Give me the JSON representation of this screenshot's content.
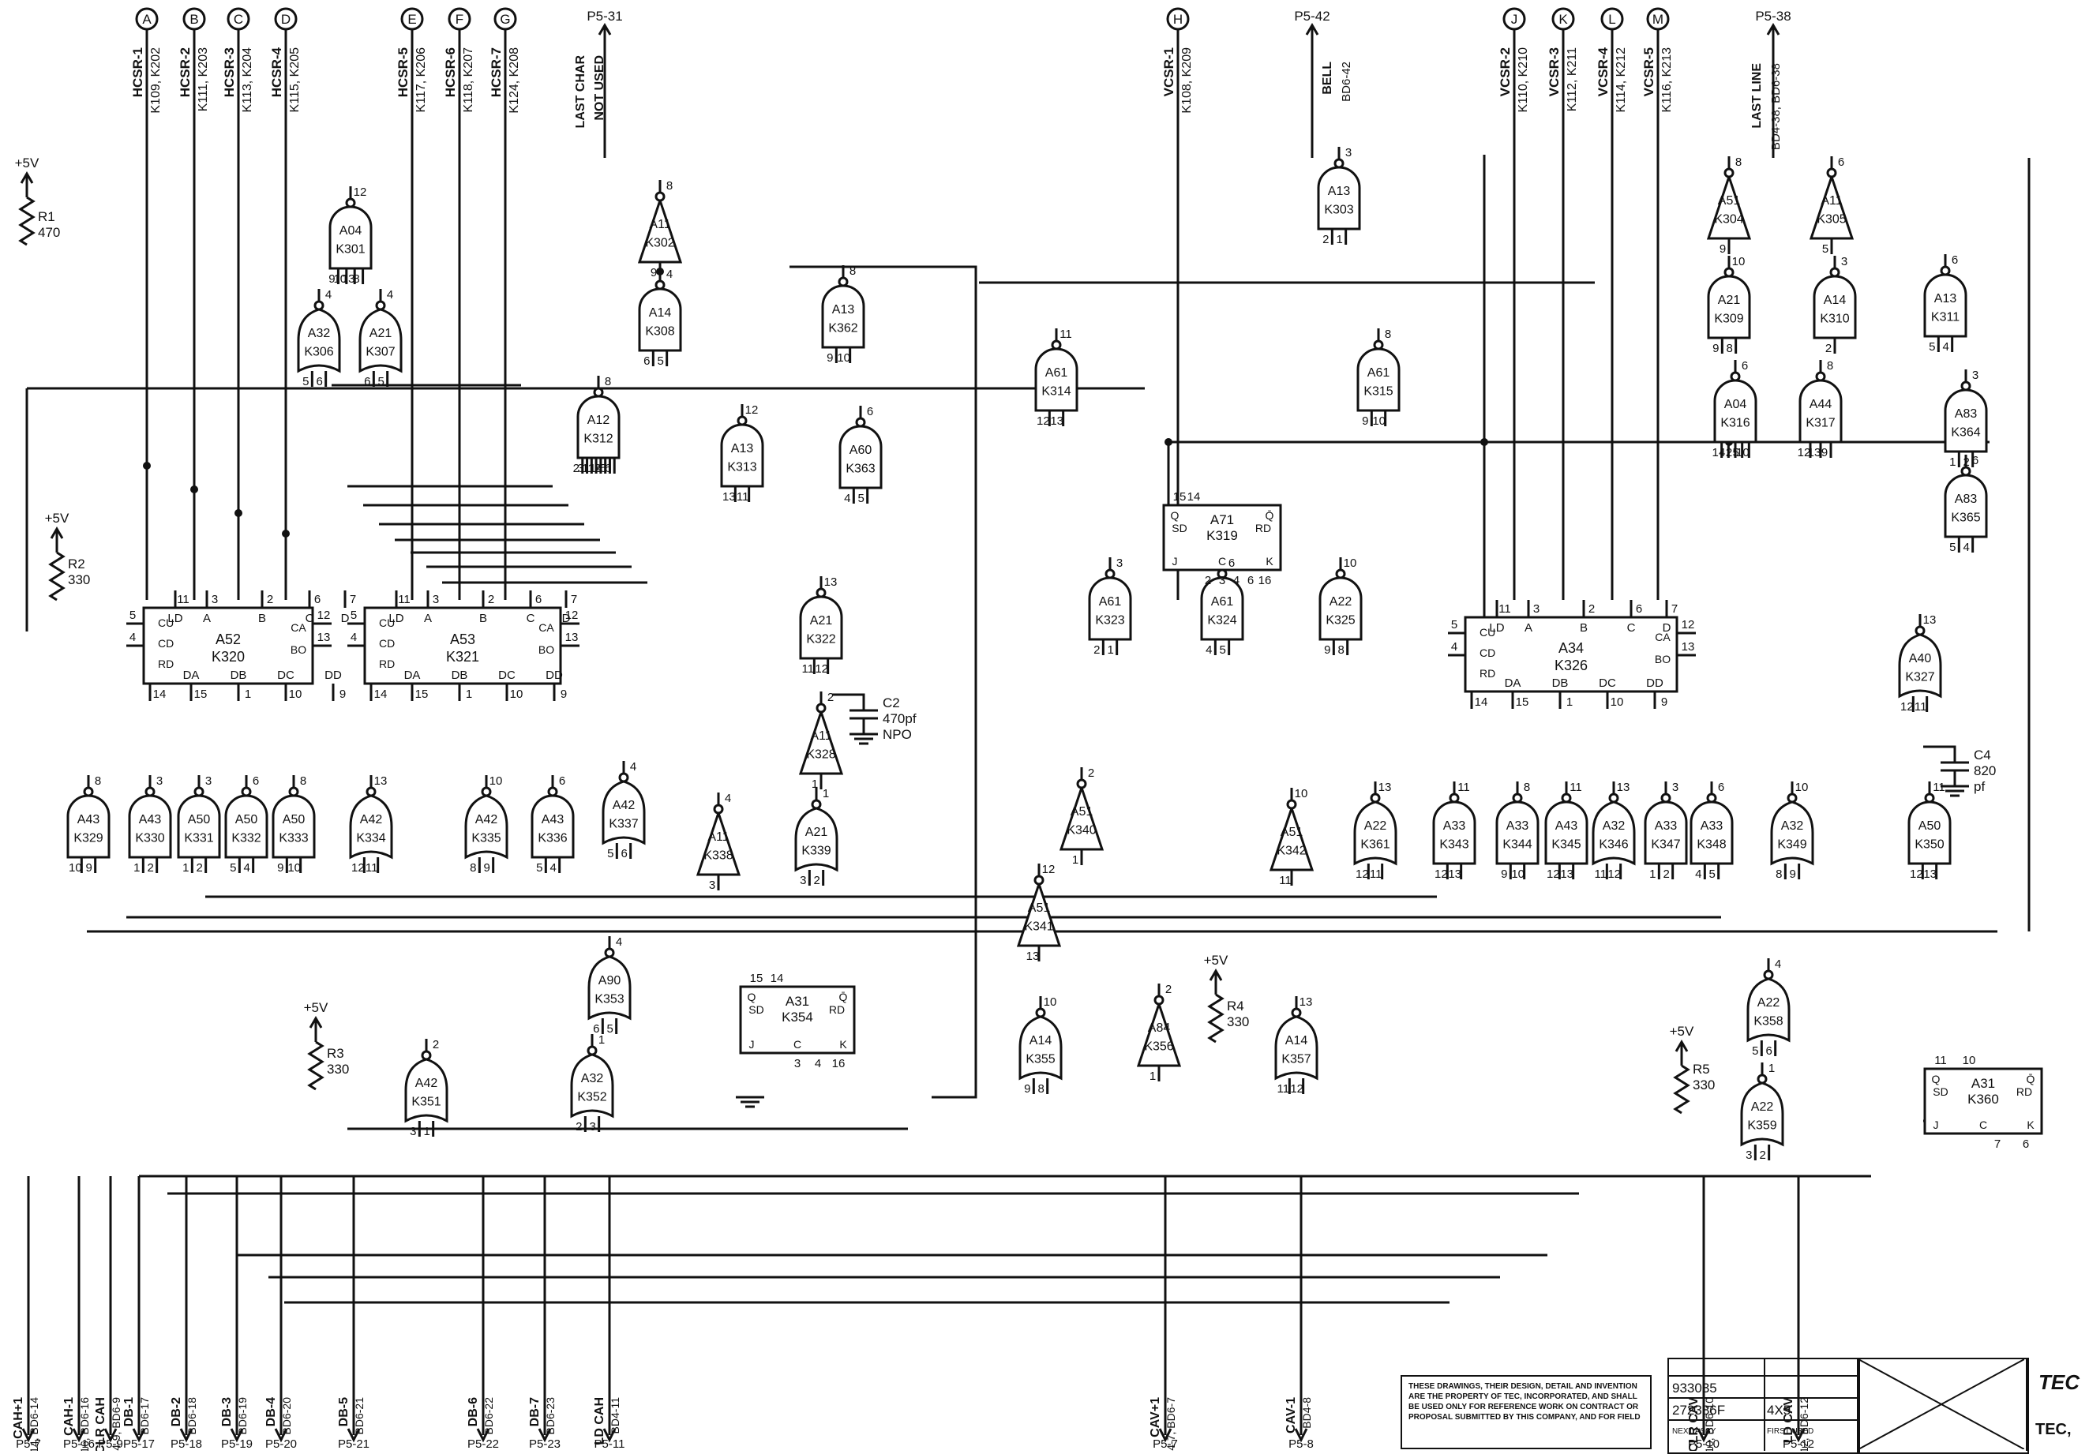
{
  "sheet": {
    "notice": "These drawings, their design, detail and invention are the property of TEC, Incorporated, and shall be used only for reference work on contract or proposal submitted by this company, and for field",
    "title_block": {
      "part_no": "933035",
      "assy_no": "272386F",
      "size": "4X5",
      "next_assy_label": "NEXT ASSY",
      "first_used_label": "FIRST USED",
      "company": "TEC,",
      "logo_text": "TEC"
    }
  },
  "top_labels": {
    "p5_31": "P5-31",
    "last_char": "LAST CHAR",
    "not_used": "NOT USED",
    "p5_42": "P5-42",
    "bell": "BELL",
    "bell_ref": "BD6-42",
    "p5_38": "P5-38",
    "last_line": "LAST LINE",
    "last_line_ref": "BD4-38, BD6-38"
  },
  "connectors_top": [
    {
      "letter": "A",
      "name": "HCSR-1",
      "refs": "K109, K202"
    },
    {
      "letter": "B",
      "name": "HCSR-2",
      "refs": "K111, K203"
    },
    {
      "letter": "C",
      "name": "HCSR-3",
      "refs": "K113, K204"
    },
    {
      "letter": "D",
      "name": "HCSR-4",
      "refs": "K115, K205"
    },
    {
      "letter": "E",
      "name": "HCSR-5",
      "refs": "K117, K206"
    },
    {
      "letter": "F",
      "name": "HCSR-6",
      "refs": "K118, K207"
    },
    {
      "letter": "G",
      "name": "HCSR-7",
      "refs": "K124, K208"
    },
    {
      "letter": "H",
      "name": "VCSR-1",
      "refs": "K108, K209"
    },
    {
      "letter": "J",
      "name": "VCSR-2",
      "refs": "K110, K210"
    },
    {
      "letter": "K",
      "name": "VCSR-3",
      "refs": "K112, K211"
    },
    {
      "letter": "L",
      "name": "VCSR-4",
      "refs": "K114, K212"
    },
    {
      "letter": "M",
      "name": "VCSR-5",
      "refs": "K116, K213"
    }
  ],
  "power": {
    "vcc": "+5V"
  },
  "resistors": [
    {
      "ref": "R1",
      "value": "470"
    },
    {
      "ref": "R2",
      "value": "330"
    },
    {
      "ref": "R3",
      "value": "330"
    },
    {
      "ref": "R4",
      "value": "330"
    },
    {
      "ref": "R5",
      "value": "330"
    }
  ],
  "capacitors": [
    {
      "ref": "C2",
      "value": "470pf",
      "type": "NPO"
    },
    {
      "ref": "C4",
      "value": "820",
      "unit": "pf"
    }
  ],
  "gates": [
    {
      "a": "A04",
      "k": "K301",
      "pins": [
        "12",
        "9",
        "10",
        "13",
        "8"
      ]
    },
    {
      "a": "A32",
      "k": "K306",
      "pins": [
        "4",
        "5",
        "6"
      ]
    },
    {
      "a": "A21",
      "k": "K307",
      "pins": [
        "4",
        "6",
        "5"
      ]
    },
    {
      "a": "A11",
      "k": "K302",
      "pins": [
        "8",
        "9"
      ]
    },
    {
      "a": "A14",
      "k": "K308",
      "pins": [
        "4",
        "6",
        "5"
      ]
    },
    {
      "a": "A13",
      "k": "K362",
      "pins": [
        "8",
        "9",
        "10"
      ]
    },
    {
      "a": "A12",
      "k": "K312",
      "pins": [
        "8",
        "2",
        "3",
        "1",
        "11",
        "12",
        "4",
        "5",
        "6"
      ]
    },
    {
      "a": "A13",
      "k": "K313",
      "pins": [
        "12",
        "13",
        "11"
      ]
    },
    {
      "a": "A60",
      "k": "K363",
      "pins": [
        "6",
        "4",
        "5"
      ]
    },
    {
      "a": "A21",
      "k": "K322",
      "pins": [
        "13",
        "11",
        "12"
      ]
    },
    {
      "a": "A11",
      "k": "K328",
      "pins": [
        "2",
        "1"
      ]
    },
    {
      "a": "A61",
      "k": "K314",
      "pins": [
        "11",
        "12",
        "13"
      ]
    },
    {
      "a": "A13",
      "k": "K303",
      "pins": [
        "3",
        "2",
        "1"
      ]
    },
    {
      "a": "A61",
      "k": "K315",
      "pins": [
        "8",
        "9",
        "10"
      ]
    },
    {
      "a": "A51",
      "k": "K304",
      "pins": [
        "8",
        "9"
      ]
    },
    {
      "a": "A11",
      "k": "K305",
      "pins": [
        "6",
        "5"
      ]
    },
    {
      "a": "A21",
      "k": "K309",
      "pins": [
        "10",
        "9",
        "8"
      ]
    },
    {
      "a": "A14",
      "k": "K310",
      "pins": [
        "3",
        "2"
      ]
    },
    {
      "a": "A13",
      "k": "K311",
      "pins": [
        "6",
        "5",
        "4"
      ]
    },
    {
      "a": "A04",
      "k": "K316",
      "pins": [
        "6",
        "1",
        "4",
        "2",
        "5",
        "10"
      ]
    },
    {
      "a": "A44",
      "k": "K317",
      "pins": [
        "8",
        "12",
        "13",
        "9"
      ]
    },
    {
      "a": "A83",
      "k": "K364",
      "pins": [
        "3",
        "1",
        "2"
      ]
    },
    {
      "a": "A83",
      "k": "K365",
      "pins": [
        "6",
        "5",
        "4"
      ]
    },
    {
      "a": "A61",
      "k": "K323",
      "pins": [
        "3",
        "2",
        "1"
      ]
    },
    {
      "a": "A61",
      "k": "K324",
      "pins": [
        "6",
        "4",
        "5"
      ]
    },
    {
      "a": "A22",
      "k": "K325",
      "pins": [
        "10",
        "9",
        "8"
      ]
    },
    {
      "a": "A40",
      "k": "K327",
      "pins": [
        "13",
        "12",
        "11"
      ]
    },
    {
      "a": "A43",
      "k": "K329",
      "pins": [
        "8",
        "10",
        "9"
      ]
    },
    {
      "a": "A43",
      "k": "K330",
      "pins": [
        "3",
        "1",
        "2"
      ]
    },
    {
      "a": "A50",
      "k": "K331",
      "pins": [
        "3",
        "1",
        "2"
      ]
    },
    {
      "a": "A50",
      "k": "K332",
      "pins": [
        "6",
        "5",
        "4"
      ]
    },
    {
      "a": "A50",
      "k": "K333",
      "pins": [
        "8",
        "9",
        "10"
      ]
    },
    {
      "a": "A42",
      "k": "K334",
      "pins": [
        "13",
        "12",
        "11"
      ]
    },
    {
      "a": "A42",
      "k": "K335",
      "pins": [
        "10",
        "8",
        "9"
      ]
    },
    {
      "a": "A43",
      "k": "K336",
      "pins": [
        "6",
        "5",
        "4"
      ]
    },
    {
      "a": "A42",
      "k": "K337",
      "pins": [
        "4",
        "5",
        "6"
      ]
    },
    {
      "a": "A11",
      "k": "K338",
      "pins": [
        "4",
        "3"
      ]
    },
    {
      "a": "A21",
      "k": "K339",
      "pins": [
        "1",
        "3",
        "2"
      ]
    },
    {
      "a": "A51",
      "k": "K340",
      "pins": [
        "2",
        "1"
      ]
    },
    {
      "a": "A51",
      "k": "K341",
      "pins": [
        "12",
        "13"
      ]
    },
    {
      "a": "A51",
      "k": "K342",
      "pins": [
        "10",
        "11"
      ]
    },
    {
      "a": "A22",
      "k": "K361",
      "pins": [
        "13",
        "12",
        "11"
      ]
    },
    {
      "a": "A33",
      "k": "K343",
      "pins": [
        "11",
        "12",
        "13"
      ]
    },
    {
      "a": "A33",
      "k": "K344",
      "pins": [
        "8",
        "9",
        "10"
      ]
    },
    {
      "a": "A43",
      "k": "K345",
      "pins": [
        "11",
        "12",
        "13"
      ]
    },
    {
      "a": "A32",
      "k": "K346",
      "pins": [
        "13",
        "11",
        "12"
      ]
    },
    {
      "a": "A33",
      "k": "K347",
      "pins": [
        "3",
        "1",
        "2"
      ]
    },
    {
      "a": "A33",
      "k": "K348",
      "pins": [
        "6",
        "4",
        "5"
      ]
    },
    {
      "a": "A32",
      "k": "K349",
      "pins": [
        "10",
        "8",
        "9"
      ]
    },
    {
      "a": "A50",
      "k": "K350",
      "pins": [
        "11",
        "12",
        "13"
      ]
    },
    {
      "a": "A90",
      "k": "K353",
      "pins": [
        "4",
        "6",
        "5"
      ]
    },
    {
      "a": "A32",
      "k": "K352",
      "pins": [
        "1",
        "2",
        "3"
      ]
    },
    {
      "a": "A42",
      "k": "K351",
      "pins": [
        "2",
        "3",
        "1"
      ]
    },
    {
      "a": "A14",
      "k": "K355",
      "pins": [
        "10",
        "9",
        "8"
      ]
    },
    {
      "a": "A84",
      "k": "K356",
      "pins": [
        "2",
        "1"
      ]
    },
    {
      "a": "A14",
      "k": "K357",
      "pins": [
        "13",
        "11",
        "12"
      ]
    },
    {
      "a": "A22",
      "k": "K358",
      "pins": [
        "4",
        "5",
        "6"
      ]
    },
    {
      "a": "A22",
      "k": "K359",
      "pins": [
        "1",
        "3",
        "2"
      ]
    }
  ],
  "counters": [
    {
      "a": "A52",
      "k": "K320",
      "top": [
        "11",
        "3",
        "2",
        "6",
        "7"
      ],
      "bottom": [
        "14",
        "15",
        "1",
        "10",
        "9"
      ],
      "left": [
        "5",
        "4"
      ],
      "right": [
        "12",
        "13"
      ],
      "in_labels": [
        "LD",
        "A",
        "B",
        "C",
        "D"
      ],
      "side_labels": [
        "CU",
        "CD",
        "RD"
      ],
      "out_labels": [
        "DA",
        "DB",
        "DC",
        "DD"
      ],
      "carry_labels": [
        "CA",
        "BO"
      ]
    },
    {
      "a": "A53",
      "k": "K321",
      "top": [
        "11",
        "3",
        "2",
        "6",
        "7"
      ],
      "bottom": [
        "14",
        "15",
        "1",
        "10",
        "9"
      ],
      "left": [
        "5",
        "4"
      ],
      "right": [
        "12",
        "13"
      ],
      "in_labels": [
        "LD",
        "A",
        "B",
        "C",
        "D"
      ],
      "side_labels": [
        "CU",
        "CD",
        "RD"
      ],
      "out_labels": [
        "DA",
        "DB",
        "DC",
        "DD"
      ],
      "carry_labels": [
        "CA",
        "BO"
      ]
    },
    {
      "a": "A34",
      "k": "K326",
      "top": [
        "11",
        "3",
        "2",
        "6",
        "7"
      ],
      "bottom": [
        "14",
        "15",
        "1",
        "10",
        "9"
      ],
      "left": [
        "5",
        "4"
      ],
      "right": [
        "12",
        "13"
      ],
      "in_labels": [
        "LD",
        "A",
        "B",
        "C",
        "D"
      ],
      "side_labels": [
        "CU",
        "CD",
        "RD"
      ],
      "out_labels": [
        "DA",
        "DB",
        "DC",
        "DD"
      ],
      "carry_labels": [
        "CA",
        "BO"
      ]
    }
  ],
  "flipflops": [
    {
      "a": "A71",
      "k": "K319",
      "pins": [
        "15",
        "14",
        "2",
        "3",
        "4",
        "6",
        "16"
      ],
      "labels": [
        "Q",
        "Q̄",
        "SD",
        "RD",
        "J",
        "C",
        "K"
      ]
    },
    {
      "a": "A31",
      "k": "K354",
      "pins": [
        "15",
        "14",
        "3",
        "4",
        "16"
      ],
      "labels": [
        "Q",
        "Q̄",
        "SD",
        "RD",
        "J",
        "C",
        "K"
      ]
    },
    {
      "a": "A31",
      "k": "K360",
      "pins": [
        "11",
        "10",
        "7",
        "6"
      ],
      "labels": [
        "Q",
        "Q̄",
        "SD",
        "RD",
        "J",
        "C",
        "K"
      ]
    }
  ],
  "bottom_signals": [
    {
      "name": "CAH+1",
      "refs": "BD4-14, BD6-14",
      "pin": "P5-7"
    },
    {
      "name": "CAH-1",
      "refs": "BD4-16, BD6-16",
      "pin": "P5-16"
    },
    {
      "name": "CLR CAH",
      "refs": "BD3-9, BD4-9, BD6-9",
      "pin": "P5-9"
    },
    {
      "name": "DB-1",
      "refs": "BD6-17",
      "pin": "P5-17"
    },
    {
      "name": "DB-2",
      "refs": "BD6-18",
      "pin": "P5-18"
    },
    {
      "name": "DB-3",
      "refs": "BD6-19",
      "pin": "P5-19"
    },
    {
      "name": "DB-4",
      "refs": "BD6-20",
      "pin": "P5-20"
    },
    {
      "name": "DB-5",
      "refs": "BD6-21",
      "pin": "P5-21"
    },
    {
      "name": "DB-6",
      "refs": "BD6-22",
      "pin": "P5-22"
    },
    {
      "name": "DB-7",
      "refs": "BD6-23",
      "pin": "P5-23"
    },
    {
      "name": "LD CAH",
      "refs": "BD4-11",
      "pin": "P5-11"
    },
    {
      "name": "CAV+1",
      "refs": "BD4-7, BD6-7",
      "pin": "P5-7"
    },
    {
      "name": "CAV-1",
      "refs": "BD4-8",
      "pin": "P5-8"
    },
    {
      "name": "CLR CAV",
      "refs": "BD3-10, BD4-10, BD6-10",
      "pin": "P5-10"
    },
    {
      "name": "LD CAV",
      "refs": "BD4-12, BD6-12",
      "pin": "P5-12"
    }
  ]
}
